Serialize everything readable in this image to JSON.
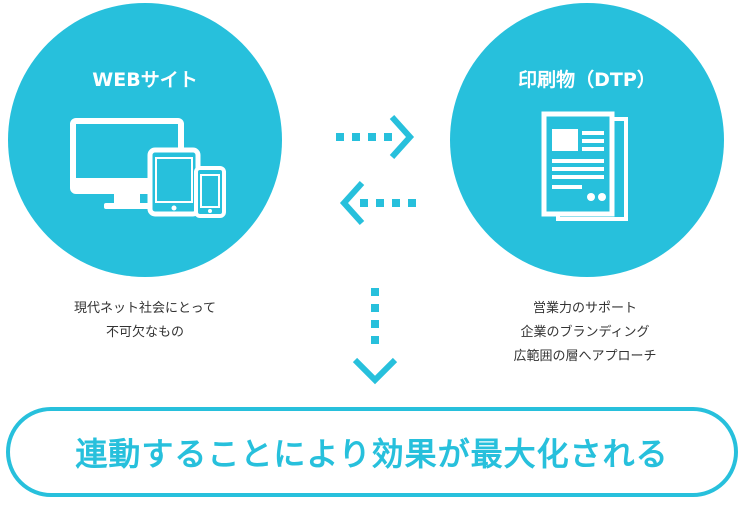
{
  "web": {
    "title": "WEBサイト",
    "desc": [
      "現代ネット社会にとって",
      "不可欠なもの"
    ]
  },
  "print": {
    "title": "印刷物（DTP）",
    "desc": [
      "営業力のサポート",
      "企業のブランディング",
      "広範囲の層へアプローチ"
    ]
  },
  "result": "連動することにより効果が最大化される",
  "colors": {
    "accent": "#27c0dc",
    "text": "#333333",
    "background": "#ffffff"
  },
  "icons": [
    "devices-icon",
    "document-icon",
    "arrow-right-icon",
    "arrow-left-icon",
    "arrow-down-icon"
  ]
}
